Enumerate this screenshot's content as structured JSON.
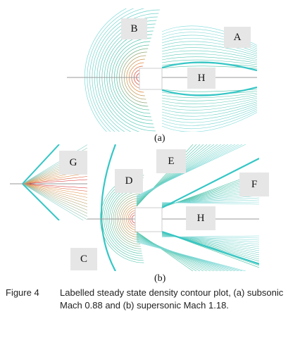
{
  "panel_a": {
    "subcaption": "(a)",
    "labels": {
      "A": "A",
      "B": "B",
      "H": "H"
    }
  },
  "panel_b": {
    "subcaption": "(b)",
    "labels": {
      "C": "C",
      "D": "D",
      "E": "E",
      "F": "F",
      "G": "G",
      "H": "H"
    }
  },
  "caption": {
    "number": "Figure 4",
    "text": "Labelled steady state density contour plot, (a) subsonic Mach 0.88 and (b) supersonic Mach 1.18."
  },
  "colors": {
    "contour_far": "#7fd9d9",
    "contour_mid": "#4cc2a8",
    "contour_near": "#e08a3a",
    "contour_hot": "#d62020",
    "shock": "#36c6c6",
    "label_bg": "#e6e6e6"
  }
}
